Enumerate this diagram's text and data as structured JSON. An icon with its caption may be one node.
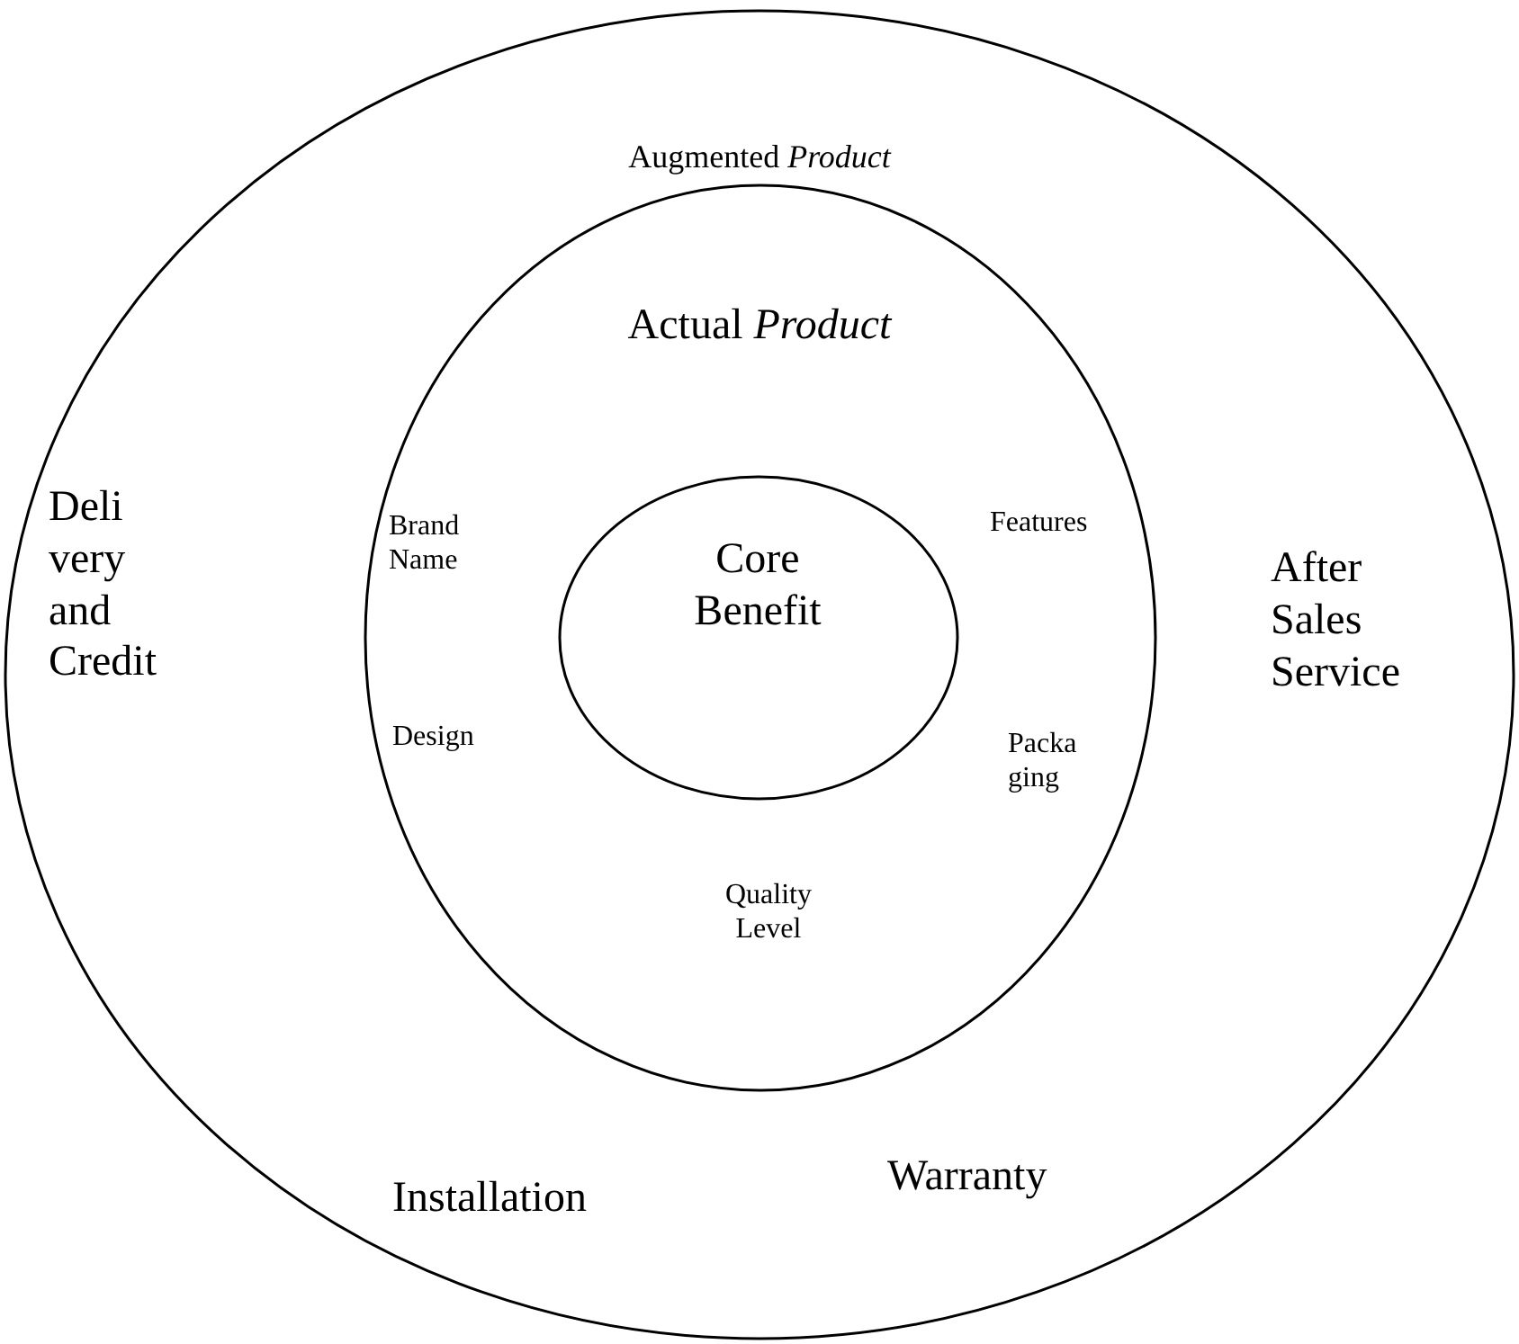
{
  "diagram": {
    "nodes": [
      {
        "text": [
          "Augmented *Product*"
        ]
      },
      {
        "text": [
          "Actual *Product*"
        ],
        "in": 0
      },
      {
        "text": [
          "Core Benefit"
        ],
        "in": 1
      }
    ],
    "edges": [],
    "labels": [
      "Deli very and Credit",
      "Brand Name",
      "Features",
      "After Sales Service",
      "Design",
      "Packa ging",
      "Quality Level",
      "Installation",
      "Warranty"
    ]
  }
}
